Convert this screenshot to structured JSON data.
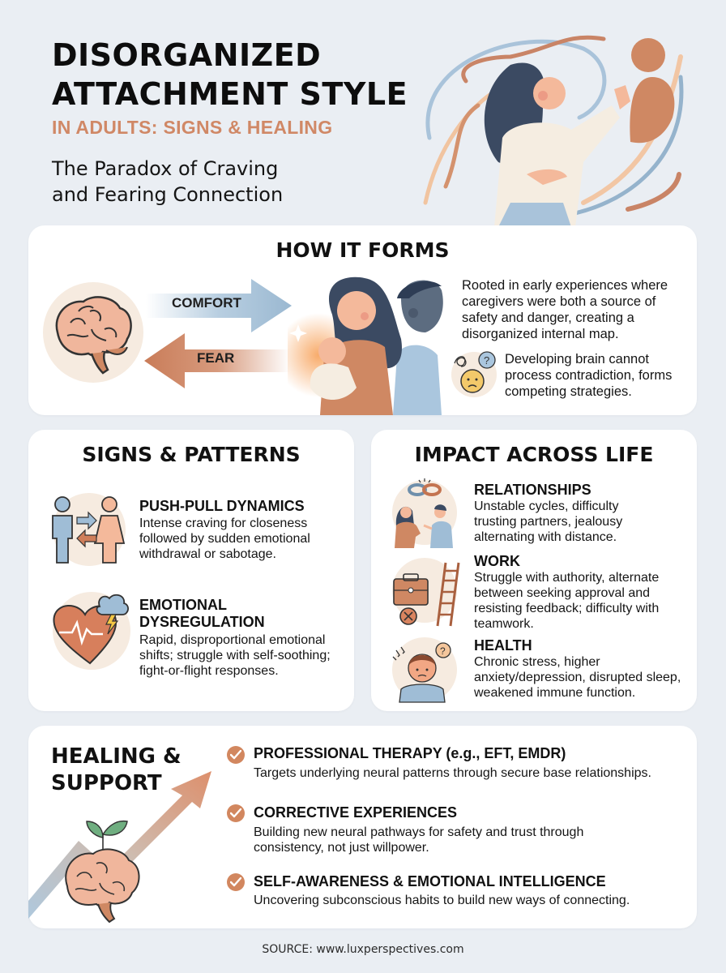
{
  "header": {
    "title_line1": "DISORGANIZED",
    "title_line2": "ATTACHMENT STYLE",
    "subtitle": "IN ADULTS: SIGNS & HEALING",
    "tagline_line1": "The Paradox of Craving",
    "tagline_line2": "and Fearing Connection",
    "hero_icon": "woman-reaching-figure-swirls-illustration"
  },
  "colors": {
    "background": "#eaeef3",
    "card": "#ffffff",
    "accent_orange": "#d08866",
    "accent_blue": "#9fbdd6",
    "icon_bg": "#f6ebe0",
    "text": "#111111"
  },
  "how_it_forms": {
    "title": "HOW IT FORMS",
    "arrow_comfort": "COMFORT",
    "arrow_fear": "FEAR",
    "brain_icon": "brain-icon",
    "illustration": "mother-holding-baby-angry-father-illustration",
    "text_main": "Rooted in early experiences where caregivers were both a source of safety and danger, creating a disorganized internal map.",
    "text_secondary": "Developing brain cannot process contradiction, forms competing strategies.",
    "secondary_icon": "confused-face-icon"
  },
  "signs_patterns": {
    "title": "SIGNS & PATTERNS",
    "items": [
      {
        "heading": "PUSH-PULL DYNAMICS",
        "body": "Intense craving for closeness followed by sudden emotional withdrawal or sabotage.",
        "icon": "push-pull-people-icon"
      },
      {
        "heading_line1": "EMOTIONAL",
        "heading_line2": "DYSREGULATION",
        "body": "Rapid, disproportional emotional shifts; struggle with self-soothing; fight-or-flight responses.",
        "icon": "heart-storm-icon"
      }
    ]
  },
  "impact": {
    "title": "IMPACT ACROSS LIFE",
    "items": [
      {
        "heading": "RELATIONSHIPS",
        "body": "Unstable cycles, difficulty trusting partners, jealousy alternating with distance.",
        "icon": "broken-chain-couple-icon"
      },
      {
        "heading": "WORK",
        "body": "Struggle with authority, alternate between seeking approval and resisting feedback; difficulty with teamwork.",
        "icon": "briefcase-ladder-icon"
      },
      {
        "heading": "HEALTH",
        "body": "Chronic stress, higher anxiety/depression, disrupted sleep, weakened immune function.",
        "icon": "stressed-person-icon"
      }
    ]
  },
  "healing": {
    "title_line1": "HEALING &",
    "title_line2": "SUPPORT",
    "illustration": "brain-sprout-rising-arrow-illustration",
    "items": [
      {
        "heading": "PROFESSIONAL THERAPY (e.g., EFT, EMDR)",
        "body": "Targets underlying neural patterns through secure base relationships."
      },
      {
        "heading": "CORRECTIVE EXPERIENCES",
        "body_line1": "Building new neural pathways for safety and trust through",
        "body_line2": "consistency, not just willpower."
      },
      {
        "heading": "SELF-AWARENESS & EMOTIONAL INTELLIGENCE",
        "body": "Uncovering subconscious habits to build new ways of connecting."
      }
    ]
  },
  "footer": {
    "source": "SOURCE: www.luxperspectives.com"
  }
}
